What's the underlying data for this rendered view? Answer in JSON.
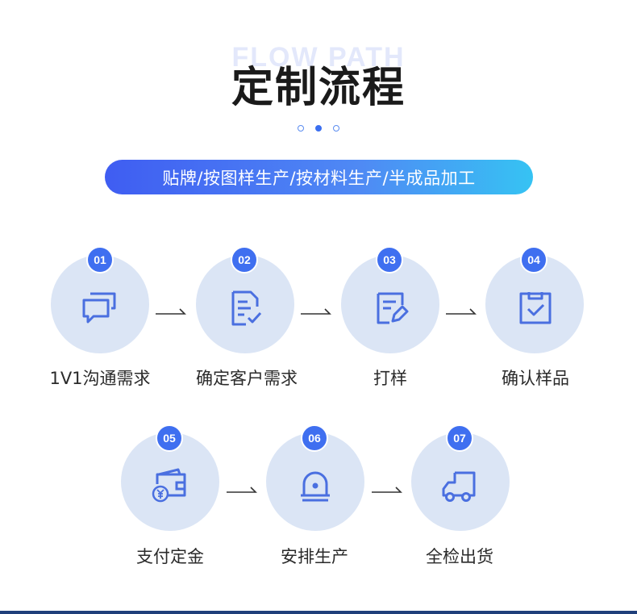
{
  "header": {
    "bg_word": "FLOW PATH",
    "title": "定制流程"
  },
  "banner": {
    "text": "贴牌/按图样生产/按材料生产/半成品加工"
  },
  "steps": [
    {
      "num": "01",
      "label": "1V1沟通需求",
      "icon": "chat-bubbles-icon"
    },
    {
      "num": "02",
      "label": "确定客户需求",
      "icon": "document-check-icon"
    },
    {
      "num": "03",
      "label": "打样",
      "icon": "sample-pen-icon"
    },
    {
      "num": "04",
      "label": "确认样品",
      "icon": "clipboard-check-icon"
    },
    {
      "num": "05",
      "label": "支付定金",
      "icon": "wallet-yen-icon"
    },
    {
      "num": "06",
      "label": "安排生产",
      "icon": "siren-light-icon"
    },
    {
      "num": "07",
      "label": "全检出货",
      "icon": "delivery-truck-icon"
    }
  ],
  "colors": {
    "accent": "#3f6ff0",
    "circle_bg": "#dbe5f5",
    "icon_stroke": "#4a6fe0",
    "banner_start": "#3f5df2",
    "banner_end": "#36c3f3"
  }
}
